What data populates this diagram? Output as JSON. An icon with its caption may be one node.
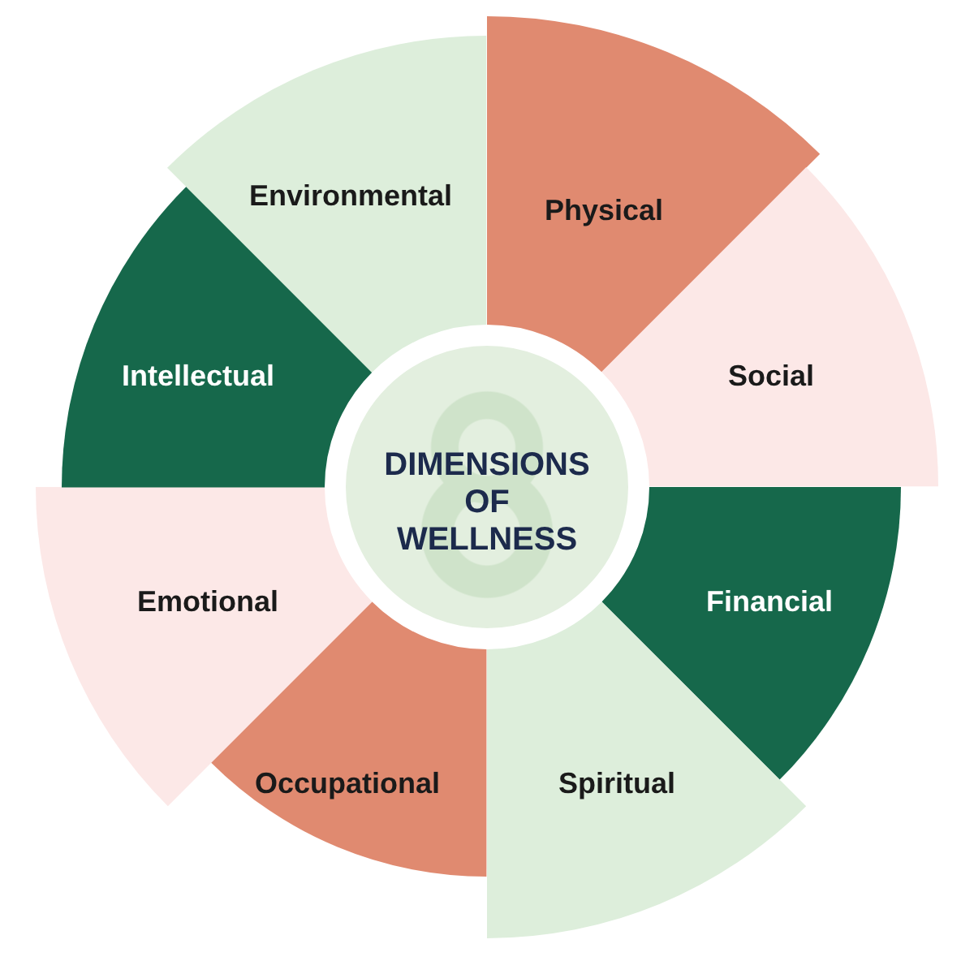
{
  "diagram": {
    "nodes": [
      {
        "text": [
          "DIMENSIONS OF WELLNESS"
        ]
      },
      {
        "text": [
          "Physical"
        ]
      },
      {
        "text": [
          "Social"
        ]
      },
      {
        "text": [
          "Financial"
        ]
      },
      {
        "text": [
          "Spiritual"
        ]
      },
      {
        "text": [
          "Occupational"
        ]
      },
      {
        "text": [
          "Emotional"
        ]
      },
      {
        "text": [
          "Intellectual"
        ]
      },
      {
        "text": [
          "Environmental"
        ]
      }
    ]
  }
}
